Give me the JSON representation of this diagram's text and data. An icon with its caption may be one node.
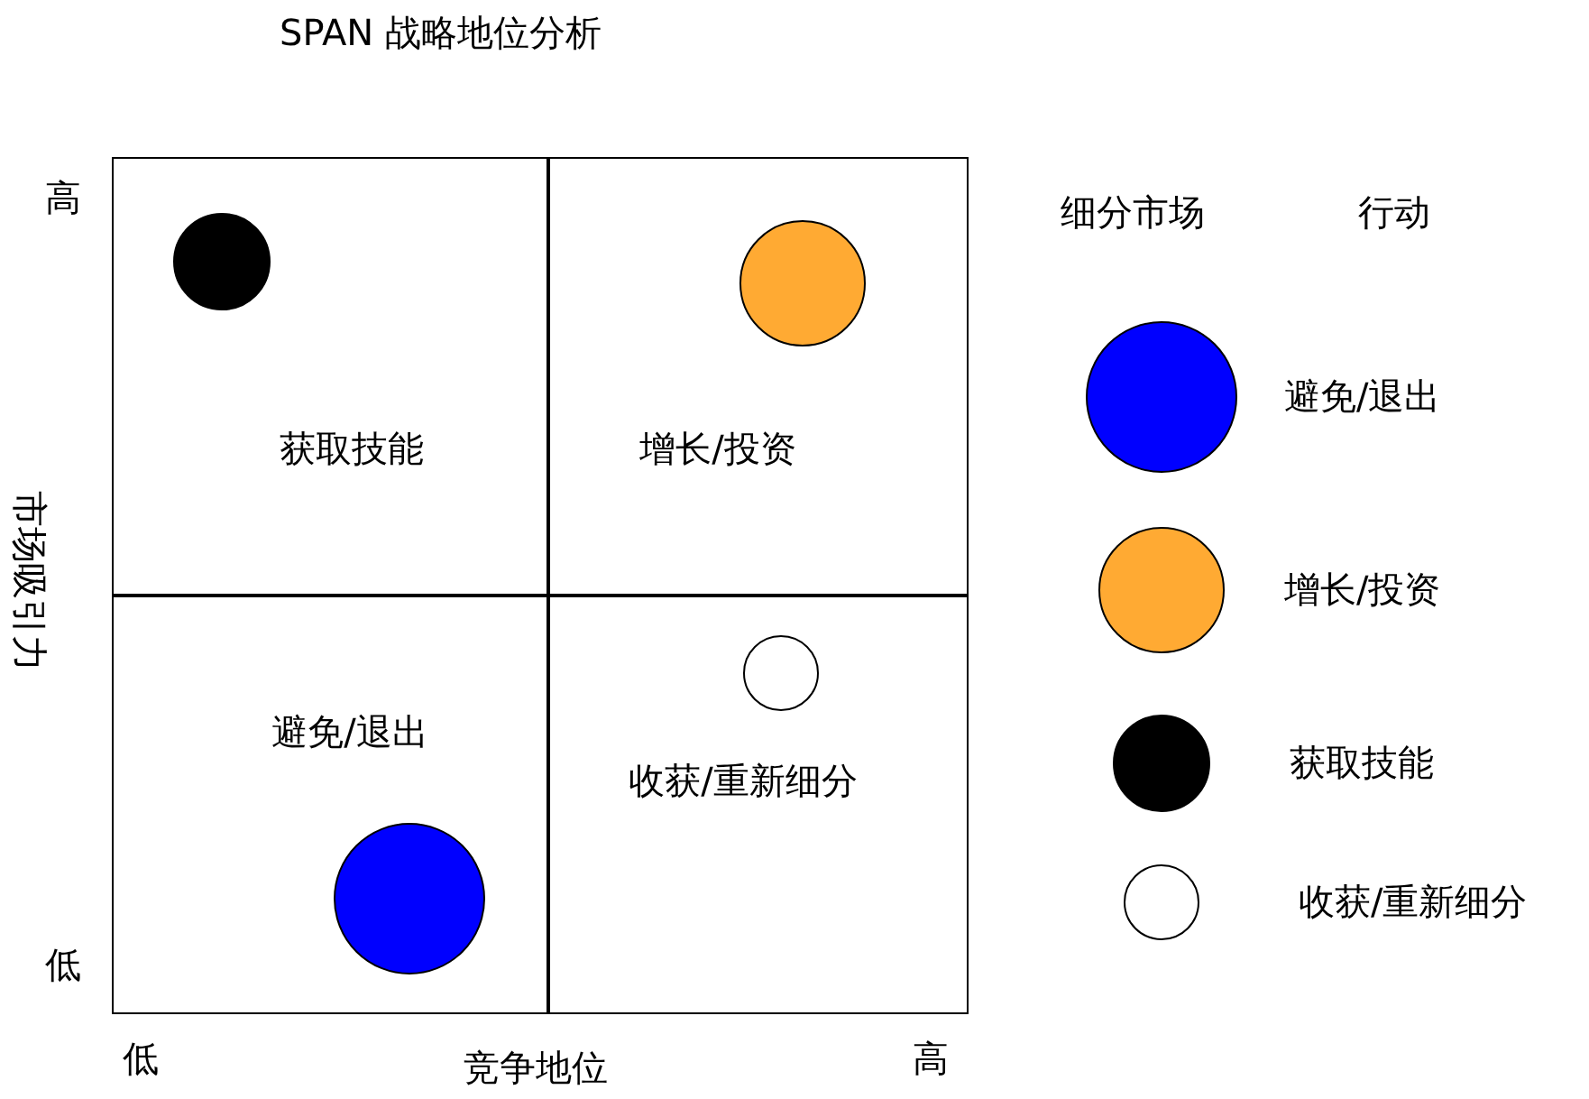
{
  "diagram": {
    "title": "SPAN 战略地位分析",
    "nodes": [
      {
        "text": [
          "获取技能"
        ]
      },
      {
        "text": [
          "增长/投资"
        ]
      },
      {
        "text": [
          "避免/退出"
        ]
      },
      {
        "text": [
          "收获/重新细分"
        ]
      },
      {
        "text": [],
        "shape": "circle",
        "in": 0
      },
      {
        "text": [],
        "shape": "circle",
        "in": 1
      },
      {
        "text": [],
        "shape": "circle",
        "in": 3
      },
      {
        "text": [],
        "shape": "circle",
        "in": 2
      }
    ],
    "edges": [],
    "labels": [
      "高",
      "低",
      "市场吸引力",
      "低",
      "竞争地位",
      "高",
      "细分市场",
      "行动"
    ],
    "legend": [
      {
        "text": "避免/退出",
        "color": "#0000ff"
      },
      {
        "text": "增长/投资",
        "color": "#ffaa33"
      },
      {
        "text": "获取技能",
        "color": "#000000"
      },
      {
        "text": "收获/重新细分",
        "color": "#ffffff"
      }
    ]
  }
}
